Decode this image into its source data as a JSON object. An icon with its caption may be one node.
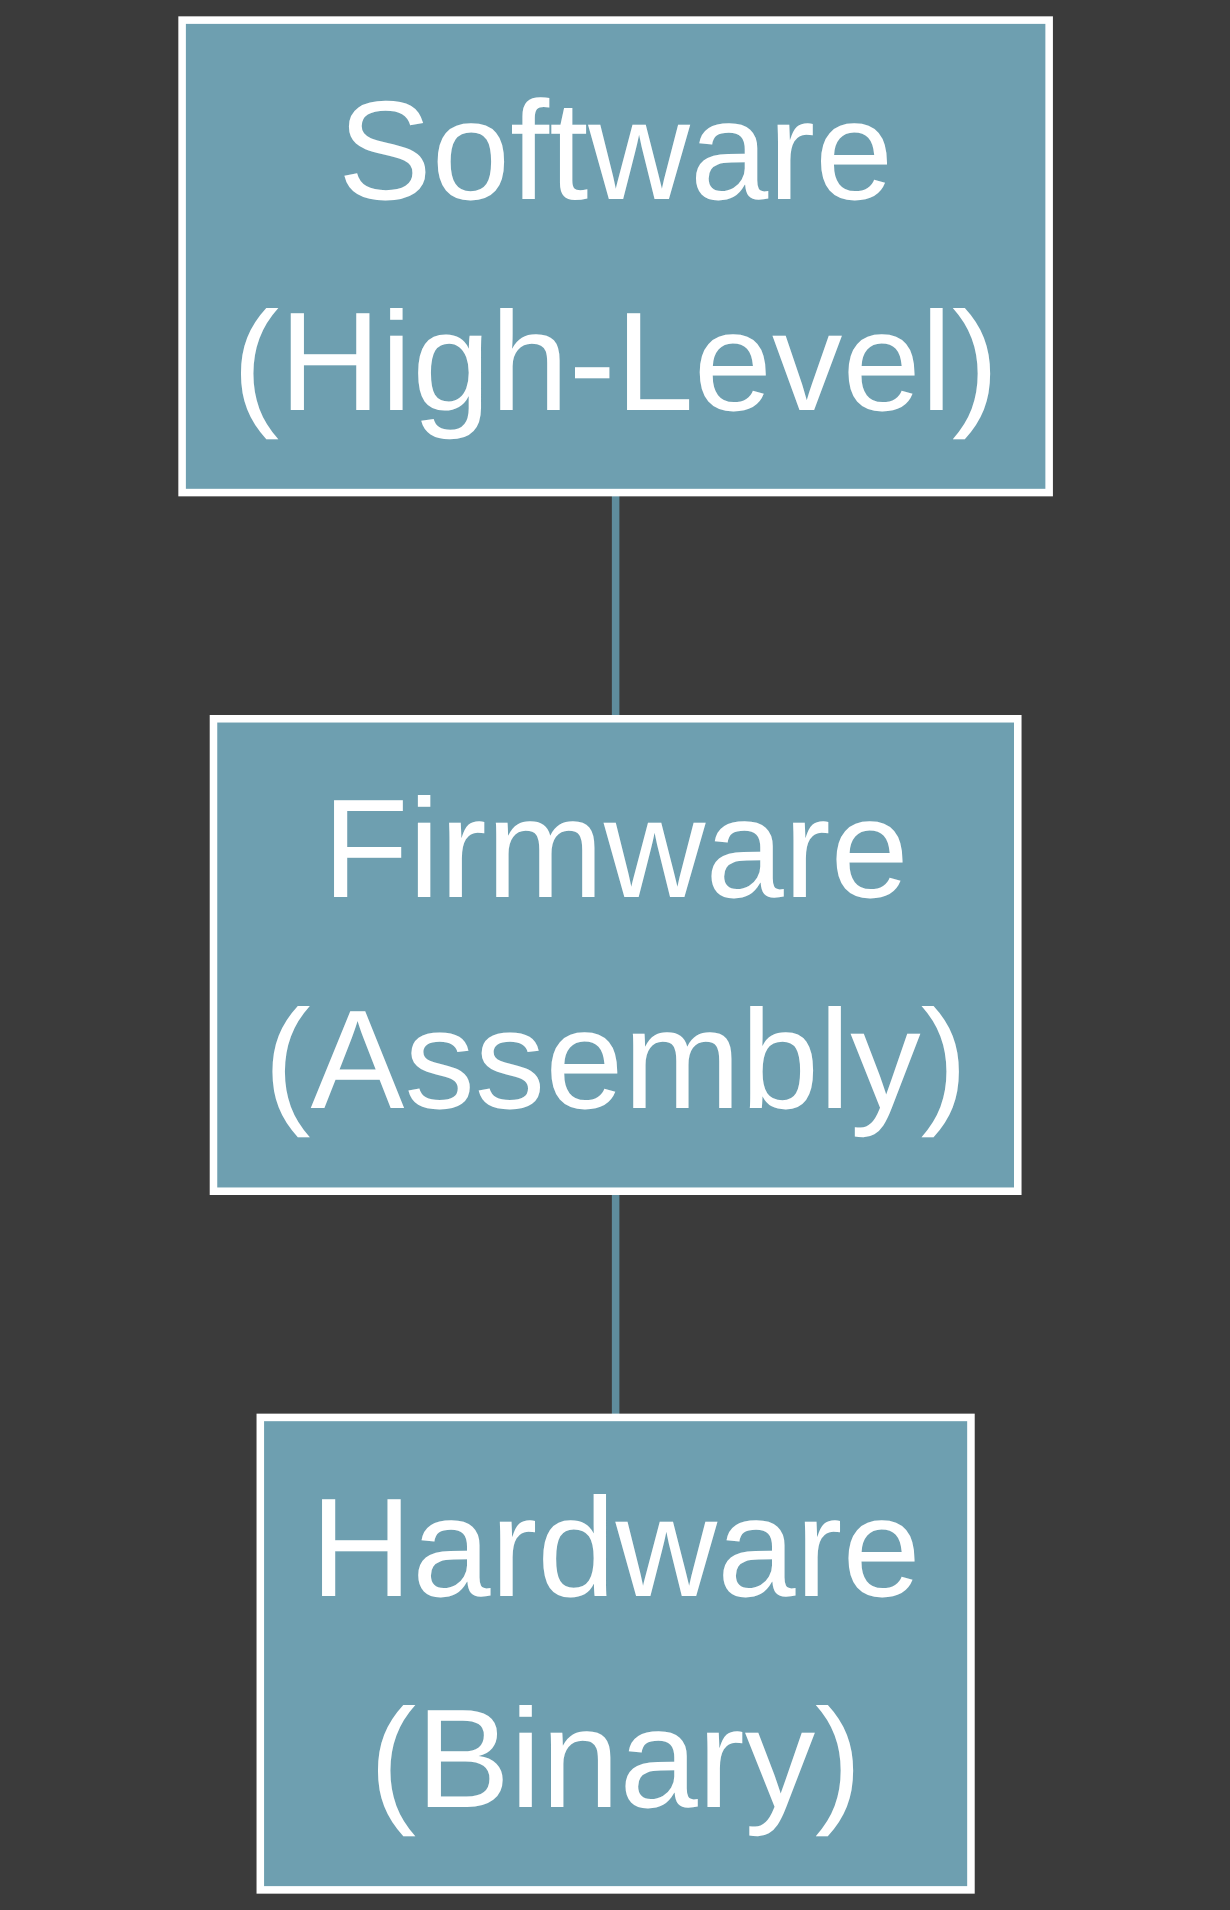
{
  "diagram": {
    "nodes": [
      {
        "text": [
          "Software",
          "(High-Level)"
        ]
      },
      {
        "text": [
          "Firmware",
          "(Assembly)"
        ]
      },
      {
        "text": [
          "Hardware",
          "(Binary)"
        ]
      }
    ],
    "edges": [
      {
        "from": 0,
        "to": 1,
        "arrow": "none"
      },
      {
        "from": 1,
        "to": 2,
        "arrow": "none"
      }
    ]
  }
}
